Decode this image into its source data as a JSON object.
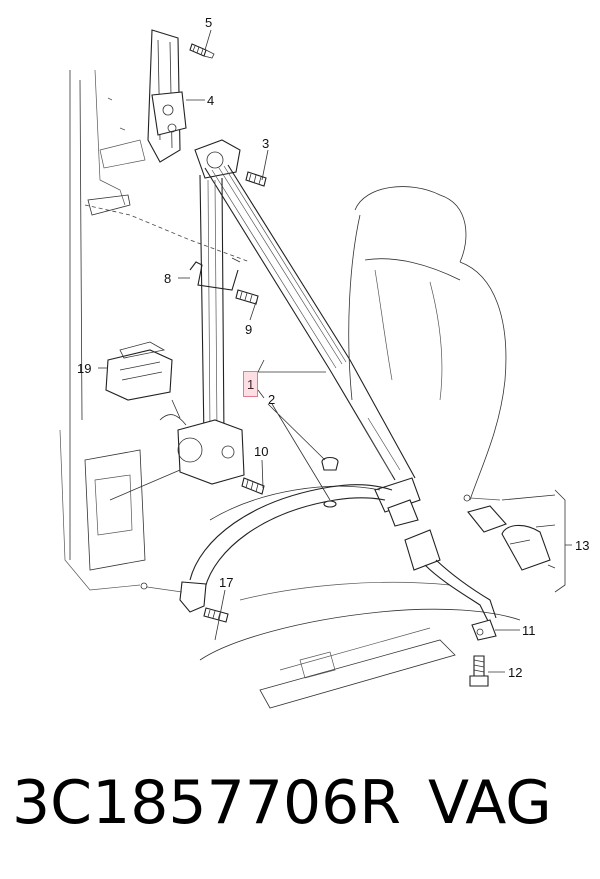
{
  "callouts": {
    "c1": "1",
    "c2": "2",
    "c3": "3",
    "c4": "4",
    "c5": "5",
    "c8": "8",
    "c9": "9",
    "c10": "10",
    "c11": "11",
    "c12": "12",
    "c13": "13",
    "c17": "17",
    "c19": "19"
  },
  "caption": {
    "part_number": "3C1857706R",
    "brand": "VAG"
  },
  "highlight_color": "#e37a8e"
}
